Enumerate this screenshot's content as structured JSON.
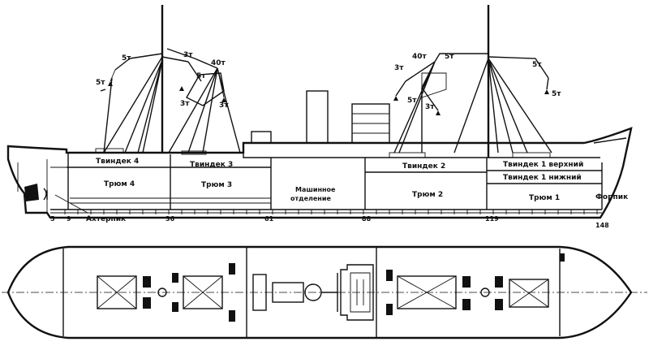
{
  "profile": {
    "spaces": {
      "tween_4": "Твиндек 4",
      "tween_3": "Твиндек 3",
      "tween_2": "Твиндек 2",
      "tween_1_upper": "Твиндек 1 верхний",
      "tween_1_lower": "Твиндек 1 нижний",
      "hold_4": "Трюм 4",
      "hold_3": "Трюм 3",
      "engine_room_line1": "Машинное",
      "engine_room_line2": "отделение",
      "hold_2": "Трюм 2",
      "hold_1": "Трюм 1",
      "forepeak": "Форпик",
      "afterpeak": "Ахтерпик"
    },
    "frames": {
      "f5": "5",
      "f9": "9",
      "f36": "36",
      "f61": "61",
      "f88": "88",
      "f119": "119",
      "f148": "148"
    },
    "booms": {
      "aft_5t_top": "5т",
      "aft_5t_left": "5т",
      "aft_3t_top": "3т",
      "aft_40t": "40т",
      "aft_5t_mid": "5т",
      "aft_3t_a": "3т",
      "aft_3t_b": "3т",
      "fwd_40t": "40т",
      "fwd_3t_a": "3т",
      "fwd_3t_b": "3т",
      "fwd_5t_a": "5т",
      "fwd_5t_b": "5т",
      "fwd_5t_c": "5т",
      "fwd_5t_right": "5т"
    }
  }
}
